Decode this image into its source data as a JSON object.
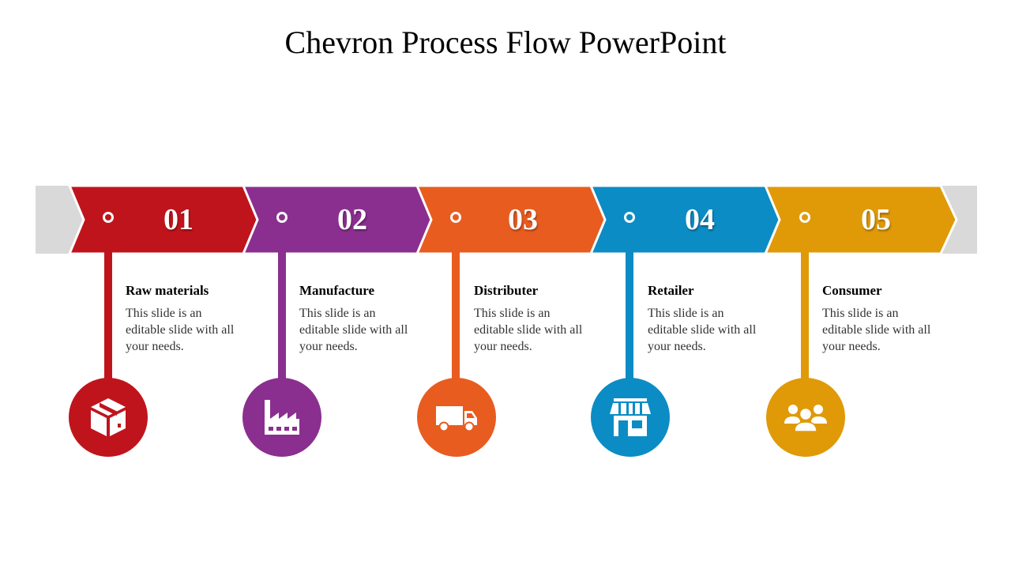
{
  "title": "Chevron Process Flow PowerPoint",
  "colors": {
    "red": "#c0141c",
    "purple": "#8a2f8f",
    "orange": "#e85c20",
    "blue": "#0c8cc4",
    "gold": "#e09a08",
    "band": "#d9d9d9"
  },
  "steps": [
    {
      "number": "01",
      "label": "Raw materials",
      "description": "This slide is an editable slide with all your needs.",
      "icon": "box-icon",
      "color": "#c0141c"
    },
    {
      "number": "02",
      "label": "Manufacture",
      "description": "This slide is an editable slide with all your needs.",
      "icon": "factory-icon",
      "color": "#8a2f8f"
    },
    {
      "number": "03",
      "label": "Distributer",
      "description": "This slide is an editable slide with all your needs.",
      "icon": "truck-icon",
      "color": "#e85c20"
    },
    {
      "number": "04",
      "label": "Retailer",
      "description": "This slide is an editable slide with all your needs.",
      "icon": "store-icon",
      "color": "#0c8cc4"
    },
    {
      "number": "05",
      "label": "Consumer",
      "description": "This slide is an editable slide with all your needs.",
      "icon": "people-icon",
      "color": "#e09a08"
    }
  ]
}
